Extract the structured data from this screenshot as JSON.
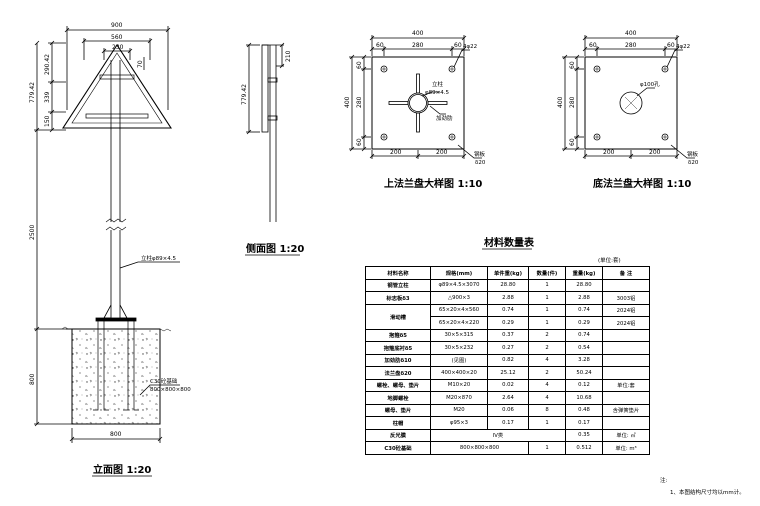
{
  "elevation": {
    "title": "立面图 1:20",
    "dims": {
      "width_900": "900",
      "width_560": "560",
      "width_230": "230",
      "dim_70": "70",
      "h_779": "779.42",
      "h_290": "290.42",
      "h_339": "339",
      "h_150": "150",
      "h_2500": "2500",
      "h_800v": "800",
      "w_800": "800"
    },
    "labels": {
      "post": "立柱φ89×4.5",
      "found1": "C30砼基础",
      "found2": "800×800×800"
    }
  },
  "side": {
    "title": "侧面图 1:20",
    "dims": {
      "d210": "210",
      "d779": "779.42"
    }
  },
  "top_flange": {
    "title": "上法兰盘大样图 1:10",
    "dims": {
      "w400": "400",
      "t60a": "60",
      "t280": "280",
      "t60b": "60",
      "v400": "400",
      "v60a": "60",
      "v280": "280",
      "v60b": "60",
      "b200a": "200",
      "b200b": "200"
    },
    "labels": {
      "hole": "4φ22",
      "post": "立柱",
      "post_size": "φ89×4.5",
      "stiffener": "加劲肋",
      "steel_plate": "钢板",
      "thick": "δ20"
    }
  },
  "bottom_flange": {
    "title": "底法兰盘大样图 1:10",
    "dims": {
      "w400": "400",
      "t60a": "60",
      "t280": "280",
      "t60b": "60",
      "v400": "400",
      "v60a": "60",
      "v280": "280",
      "v60b": "60",
      "b200a": "200",
      "b200b": "200"
    },
    "labels": {
      "hole": "4φ22",
      "center": "φ100孔",
      "steel_plate": "钢板",
      "thick": "δ20"
    }
  },
  "table": {
    "title": "材料数量表",
    "unit": "(单位:套)",
    "headers": [
      "材料名称",
      "规格(mm)",
      "单件重(kg)",
      "数量(件)",
      "重量(kg)",
      "备 注"
    ],
    "rows": [
      [
        "钢管立柱",
        "φ89×4.5×3070",
        "28.80",
        "1",
        "28.80",
        ""
      ],
      [
        "标志板δ3",
        "△900×3",
        "2.88",
        "1",
        "2.88",
        "3003铝"
      ],
      [
        "滑动槽",
        "65×20×4×560",
        "0.74",
        "1",
        "0.74",
        "2024铝"
      ],
      [
        "",
        "65×20×4×220",
        "0.29",
        "1",
        "0.29",
        "2024铝"
      ],
      [
        "抱箍δ5",
        "30×5×315",
        "0.37",
        "2",
        "0.74",
        ""
      ],
      [
        "抱箍底衬δ5",
        "30×5×232",
        "0.27",
        "2",
        "0.54",
        ""
      ],
      [
        "加劲肋δ10",
        "(见图)",
        "0.82",
        "4",
        "3.28",
        ""
      ],
      [
        "法兰盘δ20",
        "400×400×20",
        "25.12",
        "2",
        "50.24",
        ""
      ],
      [
        "螺栓、螺母、垫片",
        "M10×20",
        "0.02",
        "4",
        "0.12",
        "单位:套"
      ],
      [
        "地脚螺栓",
        "M20×870",
        "2.64",
        "4",
        "10.68",
        ""
      ],
      [
        "螺母、垫片",
        "M20",
        "0.06",
        "8",
        "0.48",
        "含弹簧垫片"
      ],
      [
        "柱帽",
        "φ95×3",
        "0.17",
        "1",
        "0.17",
        ""
      ],
      [
        "反光膜",
        "IV类",
        "",
        "",
        "0.35",
        "单位: ㎡"
      ],
      [
        "C30砼基础",
        "800×800×800",
        "",
        "1",
        "0.512",
        "单位: m³"
      ]
    ]
  },
  "notes": {
    "label": "注:",
    "item1": "1、本图结构尺寸均以mm计。"
  }
}
